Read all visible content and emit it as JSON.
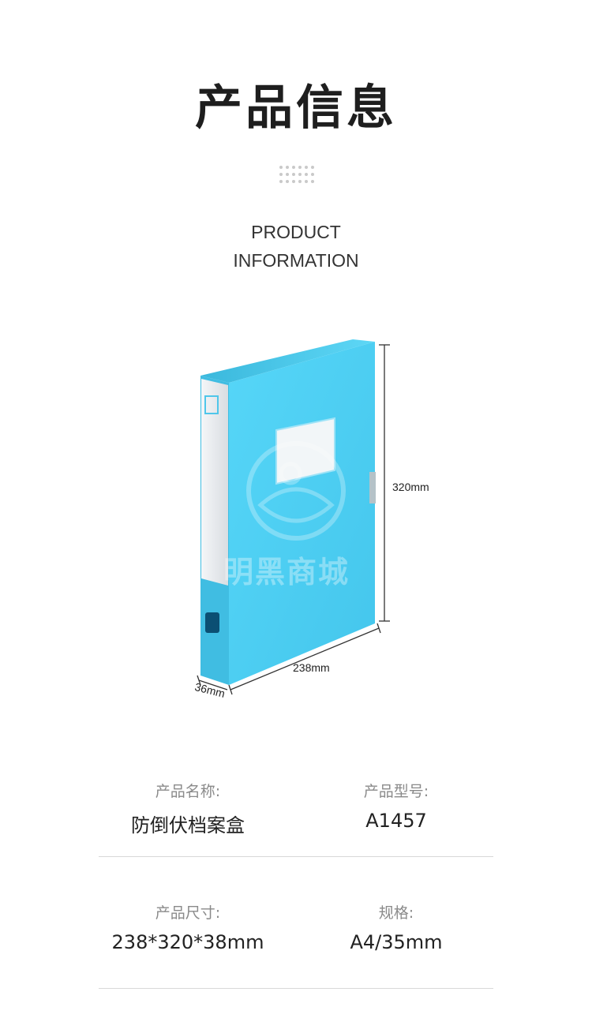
{
  "heading": {
    "title_cn": "产品信息",
    "title_en_line1": "PRODUCT",
    "title_en_line2": "INFORMATION"
  },
  "product_image": {
    "dim_height": "320mm",
    "dim_width": "238mm",
    "dim_depth": "36mm",
    "box_color": "#4fd0f4",
    "spine_color": "#e9ecef",
    "watermark": "明黑商城"
  },
  "info": {
    "name_label": "产品名称:",
    "name_value": "防倒伏档案盒",
    "model_label": "产品型号:",
    "model_value": "A1457",
    "size_label": "产品尺寸:",
    "size_value": "238*320*38mm",
    "spec_label": "规格:",
    "spec_value": "A4/35mm"
  },
  "colors": {
    "divider": "#d8d8d8",
    "label": "#8a8a8a",
    "text": "#222222"
  }
}
